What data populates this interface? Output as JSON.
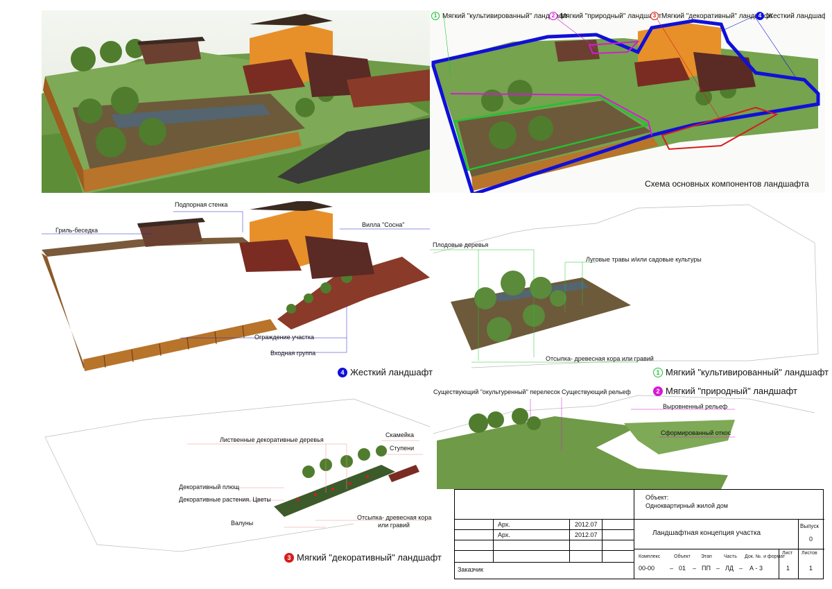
{
  "colors": {
    "cultivated": "#22c232",
    "natural": "#d61ad6",
    "decorative": "#d81c1c",
    "hard": "#1010d8",
    "grass": "#5b8a3a",
    "fence": "#b8742a",
    "house_orange": "#e7902a",
    "brick": "#7a2c22"
  },
  "schema_panel": {
    "title": "Схема основных компонентов ландшафта",
    "legend": [
      {
        "num": "1",
        "label": "Мягкий \"культивированный\" ландшафт"
      },
      {
        "num": "2",
        "label": "Мягкий \"природный\" ландшафт"
      },
      {
        "num": "3",
        "label": "Мягкий \"декоративный\" ландшафт"
      },
      {
        "num": "4",
        "label": "Жесткий ландшафт"
      }
    ]
  },
  "hard_panel": {
    "title_num": "4",
    "title": "Жесткий ландшафт",
    "labels": {
      "retaining_wall": "Подпорная стенка",
      "grill": "Гриль-беседка",
      "villa": "Вилла \"Сосна\"",
      "fence": "Ограждение участка",
      "entrance": "Входная группа"
    }
  },
  "cultivated_panel": {
    "title_num": "1",
    "title": "Мягкий \"культивированный\" ландшафт",
    "labels": {
      "fruit_trees": "Плодовые деревья",
      "meadow": "Луговые травы и/или садовые культуры",
      "mulch": "Отсыпка- древесная кора или гравий"
    }
  },
  "natural_panel": {
    "title_num": "2",
    "title": "Мягкий \"природный\" ландшафт",
    "labels": {
      "grove": "Существующий \"окультуренный\" перелесок",
      "relief": "Существующий рельеф",
      "leveled": "Выровненный рельеф",
      "slope": "Сформированный откос"
    }
  },
  "decorative_panel": {
    "title_num": "3",
    "title": "Мягкий \"декоративный\" ландшафт",
    "labels": {
      "trees": "Лиственные декоративные деревья",
      "bench": "Скамейка",
      "steps": "Ступени",
      "ivy": "Декоративный плющ",
      "flowers": "Декоративные растения. Цветы",
      "boulders": "Валуны",
      "mulch_line1": "Отсыпка- древесная кора",
      "mulch_line2": "или гравий"
    }
  },
  "stamp": {
    "object_label": "Объект:",
    "object_value": "Одноквартирный жилой дом",
    "row1_role": "Арх.",
    "row1_date": "2012.07",
    "row2_role": "Арх.",
    "row2_date": "2012.07",
    "drawing_title": "Ландшафтная концепция участка",
    "issue_label": "Выпуск",
    "issue_value": "0",
    "customer": "Заказчик",
    "headers": [
      "Комплекс",
      "Объект",
      "Этап",
      "Часть",
      "Док. №. и формат",
      "Лист",
      "Листов"
    ],
    "values": [
      "00-00",
      "01",
      "ПП",
      "ЛД",
      "А - 3",
      "1",
      "1"
    ],
    "dash": "–"
  }
}
